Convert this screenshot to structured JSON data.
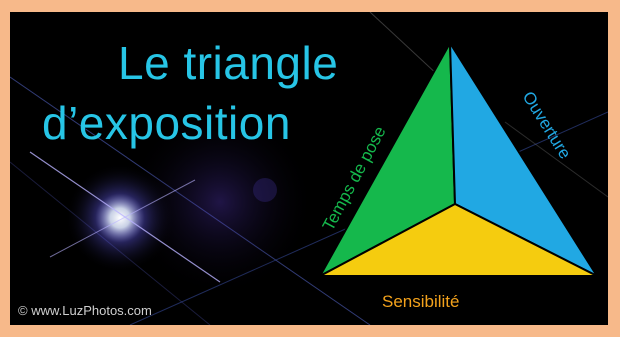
{
  "title": {
    "line1": "Le triangle",
    "line2": "d’exposition"
  },
  "triangle": {
    "left_face_label": "Temps de pose",
    "right_face_label": "Ouverture",
    "bottom_label": "Sensibilité"
  },
  "credit": "© www.LuzPhotos.com",
  "colors": {
    "background_frame": "#f7b98a",
    "panel": "#000000",
    "title": "#27c5e6",
    "face_left": "#15b84c",
    "face_right": "#21a8e3",
    "face_bottom": "#f5cc0f",
    "label_left": "#15b84c",
    "label_right": "#21a8e3",
    "label_bottom": "#f3a21c"
  }
}
